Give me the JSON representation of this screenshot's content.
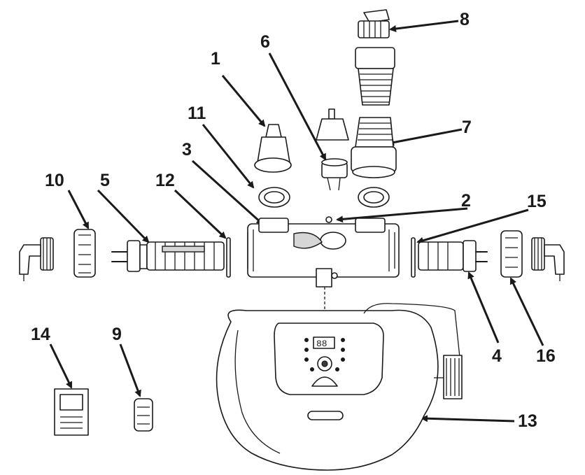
{
  "labels": [
    {
      "id": "1",
      "text": "1"
    },
    {
      "id": "2",
      "text": "2"
    },
    {
      "id": "3",
      "text": "3"
    },
    {
      "id": "4",
      "text": "4"
    },
    {
      "id": "5",
      "text": "5"
    },
    {
      "id": "6",
      "text": "6"
    },
    {
      "id": "7",
      "text": "7"
    },
    {
      "id": "8",
      "text": "8"
    },
    {
      "id": "9",
      "text": "9"
    },
    {
      "id": "10",
      "text": "10"
    },
    {
      "id": "11",
      "text": "11"
    },
    {
      "id": "12",
      "text": "12"
    },
    {
      "id": "13",
      "text": "13"
    },
    {
      "id": "14",
      "text": "14"
    },
    {
      "id": "15",
      "text": "15"
    },
    {
      "id": "16",
      "text": "16"
    }
  ],
  "colors": {
    "line": "#1a1a1a",
    "fill": "#ffffff",
    "shade": "#d6d6d6"
  }
}
